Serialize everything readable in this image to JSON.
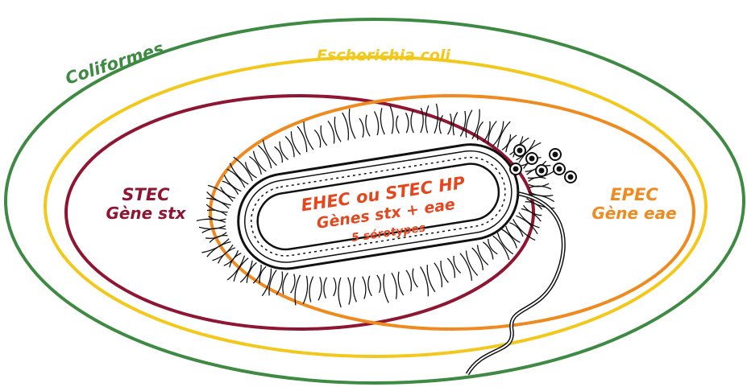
{
  "colors": {
    "coliformes": "#3f8a43",
    "escherichia_coli": "#f2c81b",
    "stec": "#8f1633",
    "epec": "#ef8a1f",
    "ehec": "#e5461e",
    "outline": "#111111"
  },
  "labels": {
    "coliformes": "Coliformes",
    "escherichia_coli": "Escherichia coli",
    "stec_title": "STEC",
    "stec_gene": "Gène stx",
    "epec_title": "EPEC",
    "epec_gene": "Gène eae",
    "ehec_title": "EHEC ou STEC HP",
    "ehec_genes": "Gènes stx + eae",
    "ehec_serotypes": "5 sérotypes"
  },
  "icons": {
    "bacterium": "bacterium-illustration"
  }
}
